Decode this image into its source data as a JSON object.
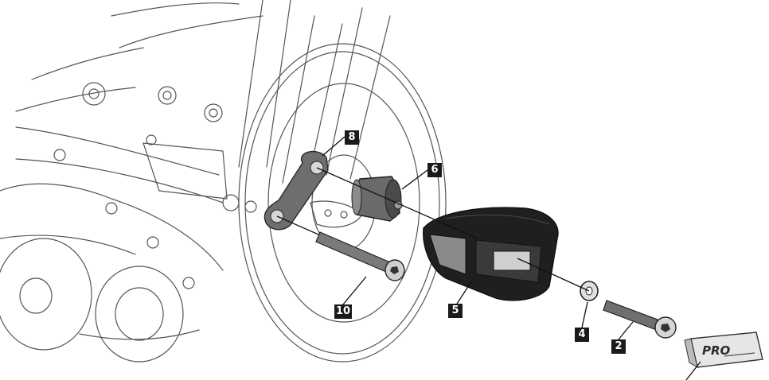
{
  "callouts": {
    "part_8": "8",
    "part_6": "6",
    "part_10": "10",
    "part_5": "5",
    "part_4": "4",
    "part_2": "2"
  },
  "end_cap": {
    "logo_text": "PRO"
  },
  "colors": {
    "line_art": "#555555",
    "slider_body": "#1f1f1f",
    "bracket": "#6e6e6e",
    "callout_bg": "#1a1a1a"
  }
}
